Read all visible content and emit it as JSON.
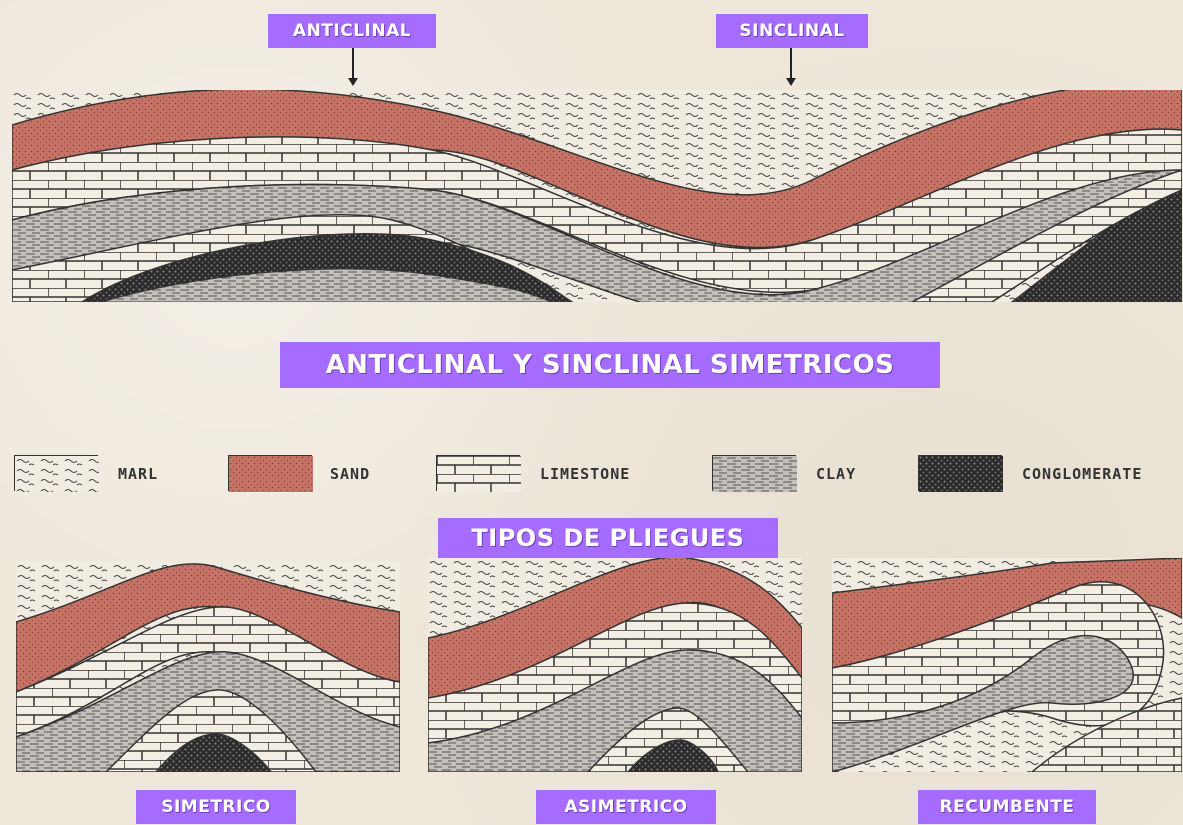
{
  "labels": {
    "anticline": "ANTICLINAL",
    "syncline": "SINCLINAL",
    "main_title": "ANTICLINAL Y SINCLINAL SIMETRICOS",
    "types_title": "TIPOS DE PLIEGUES",
    "symmetric": "SIMETRICO",
    "asymmetric": "ASIMETRICO",
    "recumbent": "RECUMBENTE"
  },
  "legend": [
    {
      "name": "marl",
      "label": "MARL"
    },
    {
      "name": "sand",
      "label": "SAND"
    },
    {
      "name": "limestone",
      "label": "LIMESTONE"
    },
    {
      "name": "clay",
      "label": "CLAY"
    },
    {
      "name": "conglomerate",
      "label": "CONGLOMERATE"
    }
  ],
  "colors": {
    "tag_bg": "#a66bff",
    "sand": "#c77466",
    "limestone": "#f2ede3",
    "clay": "#bdbab4",
    "conglomerate": "#2f2f2f",
    "marl": "#f1ece2"
  }
}
